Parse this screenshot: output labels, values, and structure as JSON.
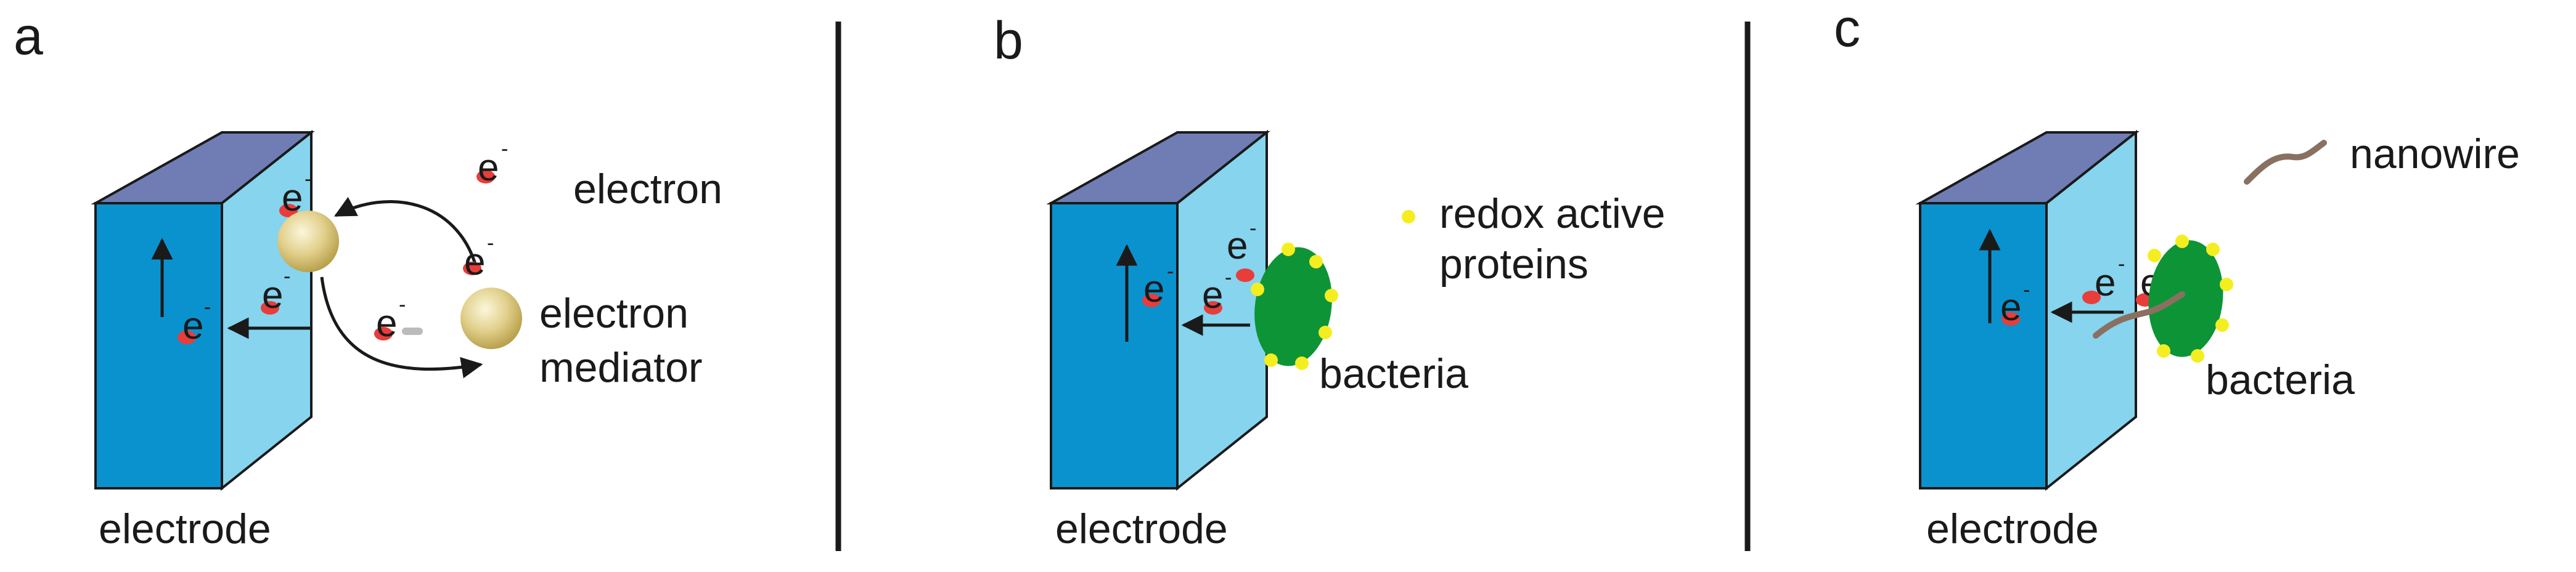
{
  "panels": [
    {
      "letter": "a",
      "electrode_label": "electrode",
      "labels": {
        "electron": "electron",
        "mediator_line1": "electron",
        "mediator_line2": "mediator"
      }
    },
    {
      "letter": "b",
      "electrode_label": "electrode",
      "labels": {
        "redox_line1": "redox active",
        "redox_line2": "proteins",
        "bacteria": "bacteria"
      }
    },
    {
      "letter": "c",
      "electrode_label": "electrode",
      "labels": {
        "nanowire": "nanowire",
        "bacteria": "bacteria"
      }
    }
  ],
  "electron": {
    "symbol": "e",
    "charge": "-"
  },
  "colors": {
    "electrode_front": "#0a92cf",
    "electrode_side": "#86d4ee",
    "electrode_top": "#6f7db4",
    "bacteria": "#0d9436",
    "redox_protein": "#f4ee21",
    "electron_dot": "#e83d3a",
    "mediator": "#d9c57a",
    "nanowire": "#8a7060",
    "divider": "#1a1a1a"
  }
}
